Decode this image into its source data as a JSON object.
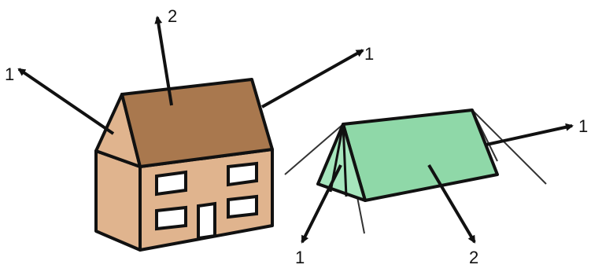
{
  "colors": {
    "house_wall": "#e0b48e",
    "house_roof": "#a9784e",
    "tent_front": "#a6e6bd",
    "tent_side": "#8fd8a8",
    "window": "#ffffff",
    "outline": "#111111"
  },
  "labels": {
    "house_left": "1",
    "house_top": "2",
    "house_right": "1",
    "tent_right": "1",
    "tent_bottom_left": "1",
    "tent_bottom_right": "2"
  }
}
